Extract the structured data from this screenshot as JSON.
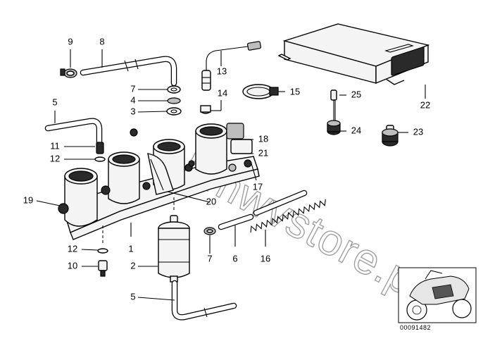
{
  "diagram": {
    "callouts": [
      {
        "id": "c9",
        "label": "9"
      },
      {
        "id": "c8",
        "label": "8"
      },
      {
        "id": "c13",
        "label": "13"
      },
      {
        "id": "c7a",
        "label": "7"
      },
      {
        "id": "c4",
        "label": "4"
      },
      {
        "id": "c3",
        "label": "3"
      },
      {
        "id": "c14",
        "label": "14"
      },
      {
        "id": "c15",
        "label": "15"
      },
      {
        "id": "c5a",
        "label": "5"
      },
      {
        "id": "c11",
        "label": "11"
      },
      {
        "id": "c12a",
        "label": "12"
      },
      {
        "id": "c18",
        "label": "18"
      },
      {
        "id": "c21",
        "label": "21"
      },
      {
        "id": "c17",
        "label": "17"
      },
      {
        "id": "c19",
        "label": "19"
      },
      {
        "id": "c20",
        "label": "20"
      },
      {
        "id": "c22",
        "label": "22"
      },
      {
        "id": "c25",
        "label": "25"
      },
      {
        "id": "c24",
        "label": "24"
      },
      {
        "id": "c23",
        "label": "23"
      },
      {
        "id": "c12b",
        "label": "12"
      },
      {
        "id": "c1",
        "label": "1"
      },
      {
        "id": "c10",
        "label": "10"
      },
      {
        "id": "c2",
        "label": "2"
      },
      {
        "id": "c7b",
        "label": "7"
      },
      {
        "id": "c6",
        "label": "6"
      },
      {
        "id": "c16",
        "label": "16"
      },
      {
        "id": "c5b",
        "label": "5"
      }
    ],
    "watermark": "bmwvstore.pl",
    "reference_code": "00091482"
  }
}
